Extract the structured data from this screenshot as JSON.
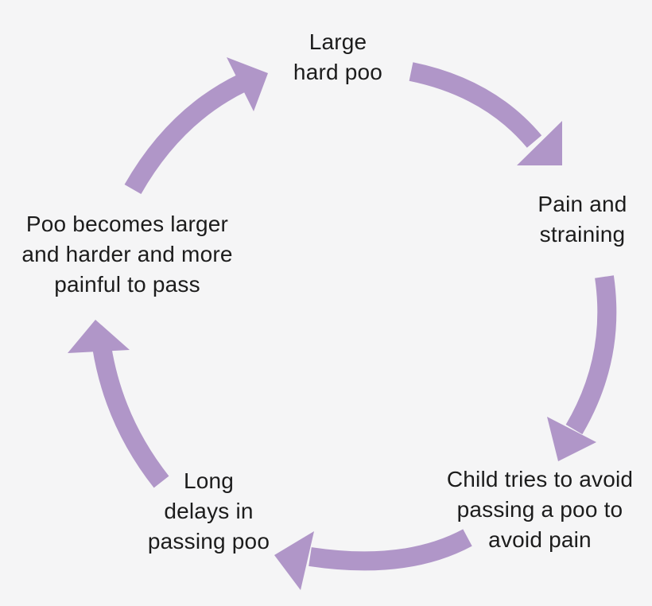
{
  "diagram": {
    "nodes": [
      {
        "id": "large-hard-poo",
        "lines": [
          "Large",
          "hard poo"
        ]
      },
      {
        "id": "pain-and-straining",
        "lines": [
          "Pain and",
          "straining"
        ]
      },
      {
        "id": "child-tries-to-avoid",
        "lines": [
          "Child tries to avoid",
          "passing a poo to",
          "avoid pain"
        ]
      },
      {
        "id": "long-delays",
        "lines": [
          "Long",
          "delays in",
          "passing poo"
        ]
      },
      {
        "id": "poo-becomes-larger",
        "lines": [
          "Poo becomes larger",
          "and harder and more",
          "painful to pass"
        ]
      }
    ],
    "edges": [
      {
        "from": "large-hard-poo",
        "to": "pain-and-straining"
      },
      {
        "from": "pain-and-straining",
        "to": "child-tries-to-avoid"
      },
      {
        "from": "child-tries-to-avoid",
        "to": "long-delays"
      },
      {
        "from": "long-delays",
        "to": "poo-becomes-larger"
      },
      {
        "from": "poo-becomes-larger",
        "to": "large-hard-poo"
      }
    ],
    "colors": {
      "arrow": "#b096c8",
      "text": "#1c1c1c",
      "background": "#f5f5f6"
    }
  }
}
